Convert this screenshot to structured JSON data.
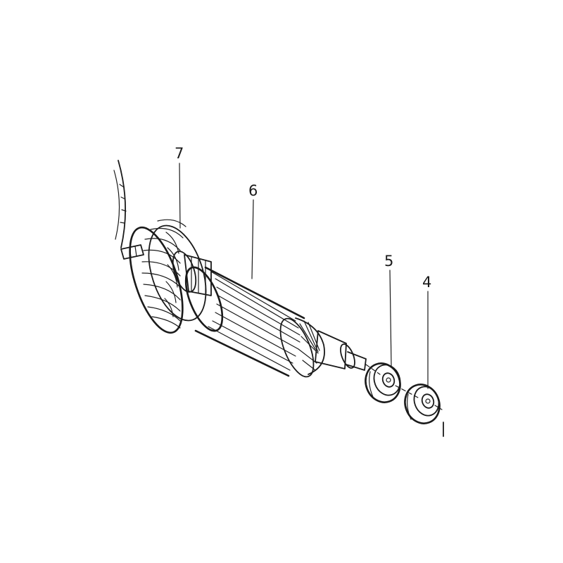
{
  "callouts": [
    {
      "id": "7",
      "label": "7",
      "part": "fan"
    },
    {
      "id": "6",
      "label": "6",
      "part": "armature"
    },
    {
      "id": "5",
      "label": "5",
      "part": "bearing-rubber-ring"
    },
    {
      "id": "4",
      "label": "4",
      "part": "ball-bearing"
    }
  ],
  "colors": {
    "line": "#1a1a1a",
    "background": "#ffffff"
  }
}
